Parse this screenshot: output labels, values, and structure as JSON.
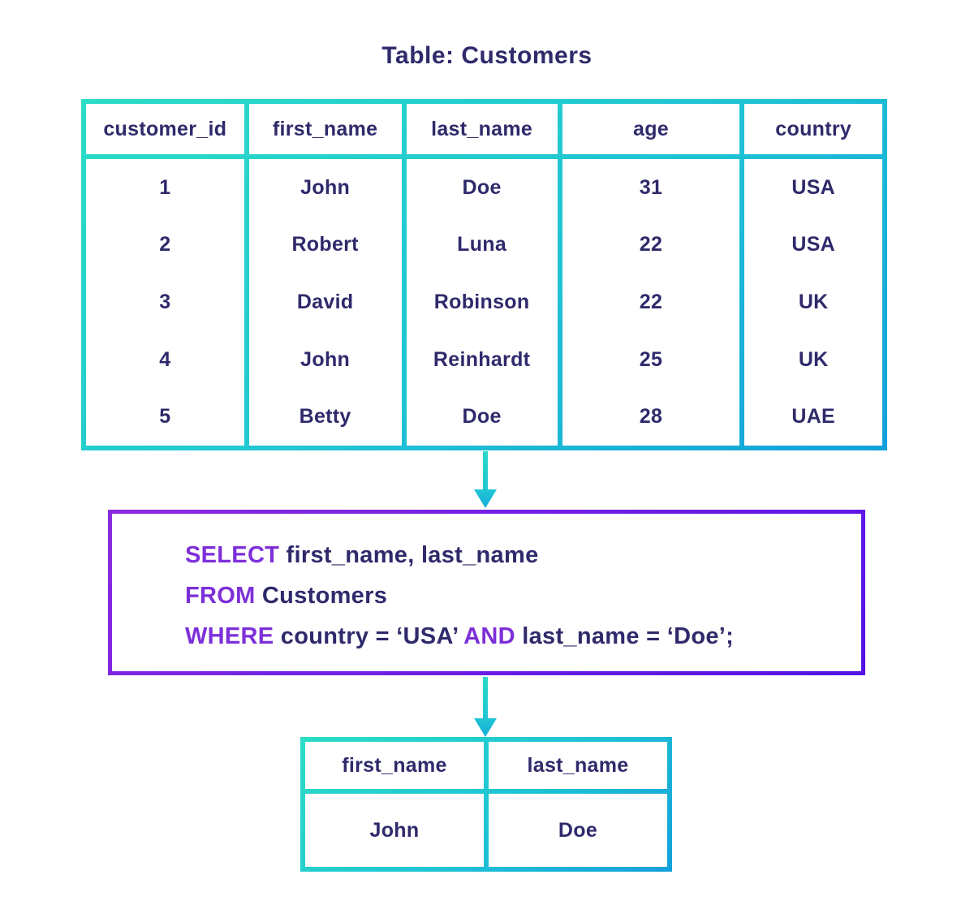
{
  "title": "Table: Customers",
  "customers_table": {
    "columns": [
      "customer_id",
      "first_name",
      "last_name",
      "age",
      "country"
    ],
    "rows": [
      [
        "1",
        "John",
        "Doe",
        "31",
        "USA"
      ],
      [
        "2",
        "Robert",
        "Luna",
        "22",
        "USA"
      ],
      [
        "3",
        "David",
        "Robinson",
        "22",
        "UK"
      ],
      [
        "4",
        "John",
        "Reinhardt",
        "25",
        "UK"
      ],
      [
        "5",
        "Betty",
        "Doe",
        "28",
        "UAE"
      ]
    ]
  },
  "sql": {
    "select_kw": "SELECT",
    "select_rest": " first_name, last_name",
    "from_kw": "FROM",
    "from_rest": " Customers",
    "where_kw": "WHERE",
    "where_mid": " country = ‘USA’ ",
    "and_kw": "AND",
    "where_end": " last_name = ‘Doe’;"
  },
  "result_table": {
    "columns": [
      "first_name",
      "last_name"
    ],
    "rows": [
      [
        "John",
        "Doe"
      ]
    ]
  },
  "colors": {
    "table_border_gradient_start": "#2bddc6",
    "table_border_gradient_end": "#13a0db",
    "query_border_gradient_start": "#8b2be0",
    "query_border_gradient_end": "#5412e6",
    "text_navy": "#2f2a6b",
    "keyword_purple": "#7d2fd9",
    "arrow_cyan": "#24cfcb",
    "background": "#ffffff"
  }
}
